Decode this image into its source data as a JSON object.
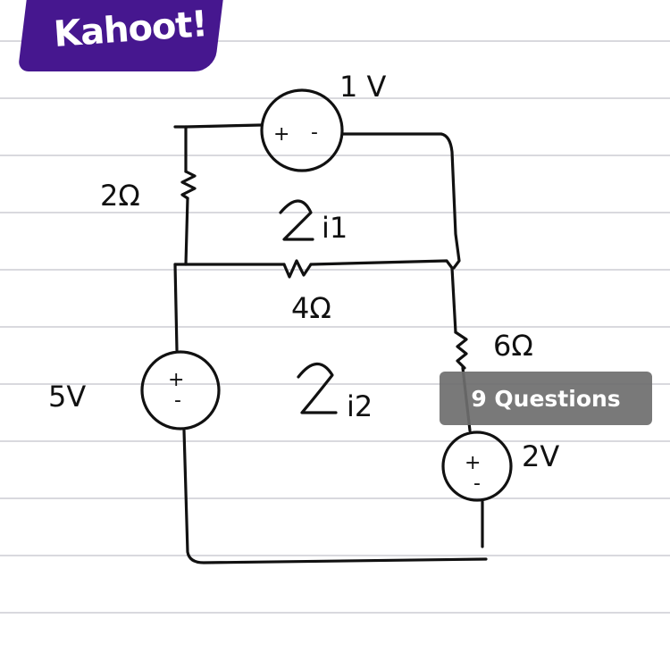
{
  "brand": {
    "name": "Kahoot!",
    "color": "#46178f"
  },
  "badge": {
    "text": "9 Questions"
  },
  "circuit": {
    "top_source": {
      "label": "1 V",
      "plus": "+",
      "minus": "-"
    },
    "left_source": {
      "label": "5V",
      "plus": "+",
      "minus": "-"
    },
    "right_source": {
      "label": "2V",
      "plus": "+",
      "minus": "-"
    },
    "resistor_left": {
      "label": "2Ω"
    },
    "resistor_middle": {
      "label": "4Ω"
    },
    "resistor_right": {
      "label": "6Ω"
    },
    "loop_1": {
      "label": "i1"
    },
    "loop_2": {
      "label": "i2"
    }
  }
}
